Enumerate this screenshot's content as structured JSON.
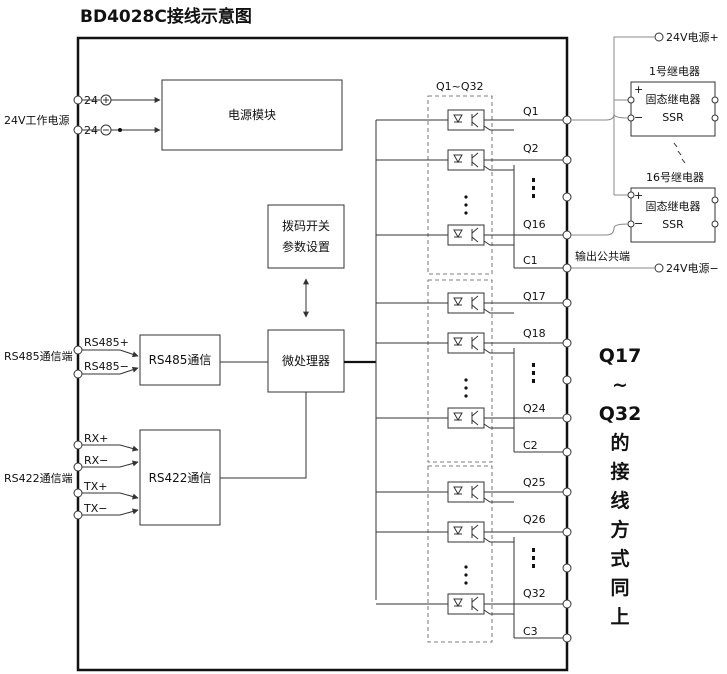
{
  "title": "BD4028C接线示意图",
  "power": {
    "source_label": "24V工作电源",
    "pin_pos": "24",
    "pin_neg": "24",
    "module_label": "电源模块"
  },
  "dip": {
    "line1": "拨码开关",
    "line2": "参数设置"
  },
  "mcu": {
    "label": "微处理器"
  },
  "rs485": {
    "port_label": "RS485通信端",
    "pins": [
      "RS485+",
      "RS485−"
    ],
    "module_label": "RS485通信"
  },
  "rs422": {
    "port_label": "RS422通信端",
    "pins": [
      "RX+",
      "RX−",
      "TX+",
      "TX−"
    ],
    "module_label": "RS422通信"
  },
  "optocoupler_group_label": "Q1~Q32",
  "outputs": {
    "group1": [
      "Q1",
      "Q2",
      "Q16",
      "C1"
    ],
    "group2": [
      "Q17",
      "Q18",
      "Q24",
      "C2"
    ],
    "group3": [
      "Q25",
      "Q26",
      "Q32",
      "C3"
    ]
  },
  "external": {
    "v24_plus": "24V电源+",
    "v24_minus": "24V电源−",
    "common_label": "输出公共端",
    "relay1_title": "1号继电器",
    "relay16_title": "16号继电器",
    "relay_line1": "固态继电器",
    "relay_line2": "SSR",
    "plus_sign": "+",
    "minus_sign": "−"
  },
  "note_vertical": [
    "Q17",
    "~",
    "Q32",
    "的",
    "接",
    "线",
    "方",
    "式",
    "同",
    "上"
  ]
}
